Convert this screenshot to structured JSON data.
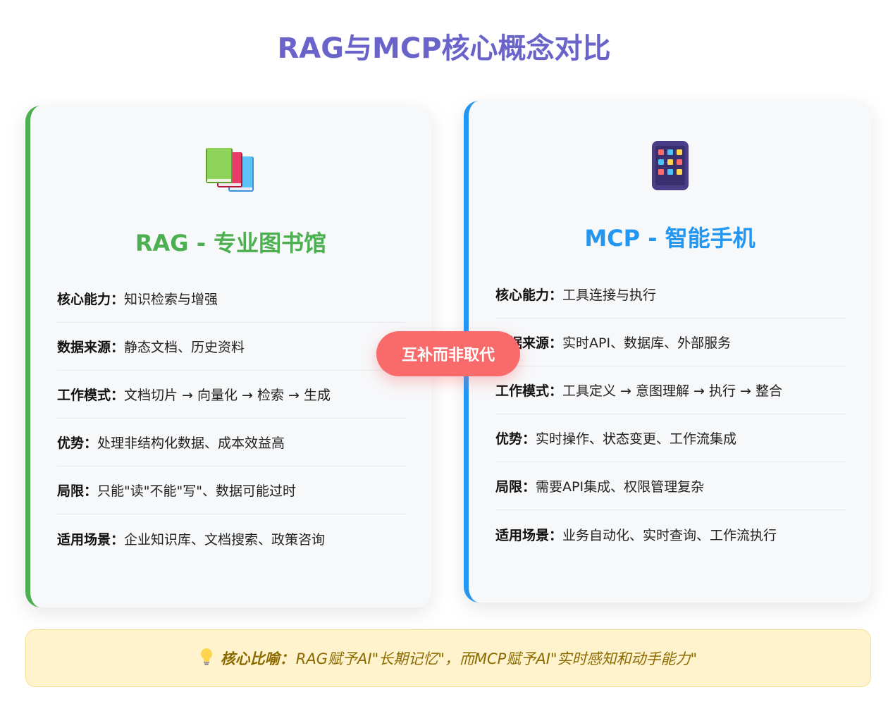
{
  "title": "RAG与MCP核心概念对比",
  "colors": {
    "title": "#6a63c9",
    "rag_accent": "#4caf50",
    "mcp_accent": "#2196f3",
    "badge": "#f96a6a",
    "footer_bg": "#fff3cd",
    "footer_text": "#8a6a00"
  },
  "rag": {
    "icon": "books-icon",
    "title": "RAG - 专业图书馆",
    "rows": [
      {
        "label": "核心能力：",
        "value": "知识检索与增强"
      },
      {
        "label": "数据来源：",
        "value": "静态文档、历史资料"
      },
      {
        "label": "工作模式：",
        "value": "文档切片 → 向量化 → 检索 → 生成"
      },
      {
        "label": "优势：",
        "value": "处理非结构化数据、成本效益高"
      },
      {
        "label": "局限：",
        "value": "只能\"读\"不能\"写\"、数据可能过时"
      },
      {
        "label": "适用场景：",
        "value": "企业知识库、文档搜索、政策咨询"
      }
    ]
  },
  "mcp": {
    "icon": "smartphone-icon",
    "title": "MCP - 智能手机",
    "rows": [
      {
        "label": "核心能力：",
        "value": "工具连接与执行"
      },
      {
        "label": "数据来源：",
        "value": "实时API、数据库、外部服务"
      },
      {
        "label": "工作模式：",
        "value": "工具定义 → 意图理解 → 执行 → 整合"
      },
      {
        "label": "优势：",
        "value": "实时操作、状态变更、工作流集成"
      },
      {
        "label": "局限：",
        "value": "需要API集成、权限管理复杂"
      },
      {
        "label": "适用场景：",
        "value": "业务自动化、实时查询、工作流执行"
      }
    ]
  },
  "badge": "互补而非取代",
  "footer": {
    "icon": "lightbulb-icon",
    "label": "核心比喻：",
    "text": "RAG赋予AI\"长期记忆\"，而MCP赋予AI\"实时感知和动手能力\""
  }
}
